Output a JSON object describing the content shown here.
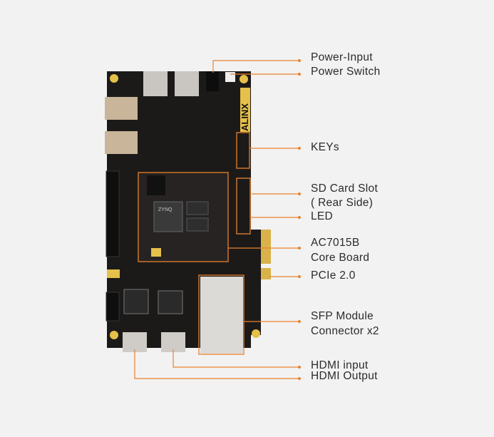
{
  "colors": {
    "background": "#f2f2f2",
    "callout": "#e8822e",
    "board": "#1c1a19",
    "text": "#2b2b2b",
    "gold": "#d9b24a"
  },
  "board": {
    "logo": "ALINX",
    "chip_marking": "ZYNQ"
  },
  "callouts": [
    {
      "label": "Power-Input"
    },
    {
      "label": "Power Switch"
    },
    {
      "label": "KEYs"
    },
    {
      "label": "SD Card Slot",
      "label2": "( Rear Side)"
    },
    {
      "label": "LED"
    },
    {
      "label": "AC7015B",
      "label2": "Core Board"
    },
    {
      "label": "PCIe 2.0"
    },
    {
      "label": "SFP Module",
      "label2": "Connector x2"
    },
    {
      "label": "HDMI input"
    },
    {
      "label": "HDMI Output"
    }
  ]
}
